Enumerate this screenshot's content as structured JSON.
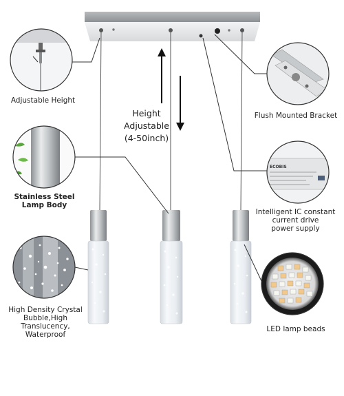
{
  "labels": {
    "adjustable_height": "Adjustable Height",
    "flush_mounted_bracket": "Flush Mounted Bracket",
    "height_adjustable": [
      "Height",
      "Adjustable",
      "(4-50inch)"
    ],
    "stainless_steel": [
      "Stainless Steel",
      "Lamp Body"
    ],
    "ic_driver": [
      "Intelligent IC constant",
      "current drive",
      "power supply"
    ],
    "crystal": [
      "High Density Crystal",
      "Bubble,High",
      "Translucency,",
      "Waterproof"
    ],
    "led_beads": "LED lamp beads"
  },
  "driver_label_text": "ECOBIS",
  "colors": {
    "chrome": "#c9cbcd",
    "callout_line": "#333333",
    "text": "#222222",
    "led_warm": "#f2c98a",
    "led_cool": "#f7f7f2"
  }
}
